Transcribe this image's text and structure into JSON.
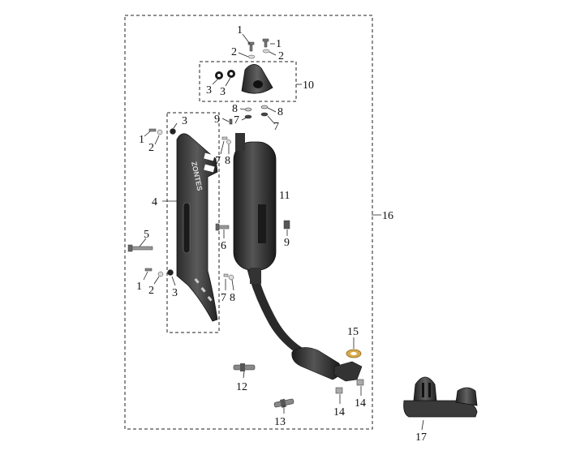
{
  "diagram": {
    "brand_text": "ZONTES",
    "labels": {
      "p1a": "1",
      "p1b": "1",
      "p1c": "1",
      "p1d": "1",
      "p2a": "2",
      "p2b": "2",
      "p2c": "2",
      "p2d": "2",
      "p3a": "3",
      "p3b": "3",
      "p3c": "3",
      "p3d": "3",
      "p4": "4",
      "p5": "5",
      "p6": "6",
      "p7a": "7",
      "p7b": "7",
      "p7c": "7",
      "p8a": "8",
      "p8b": "8",
      "p8c": "8",
      "p8d": "8",
      "p9a": "9",
      "p9b": "9",
      "p10": "10",
      "p11": "11",
      "p12": "12",
      "p13": "13",
      "p14a": "14",
      "p14b": "14",
      "p15": "15",
      "p16": "16",
      "p17": "17"
    },
    "colors": {
      "part_dark": "#2a2a2a",
      "part_mid": "#4a4a4a",
      "gasket": "#d9a84a",
      "line": "#222222"
    }
  }
}
